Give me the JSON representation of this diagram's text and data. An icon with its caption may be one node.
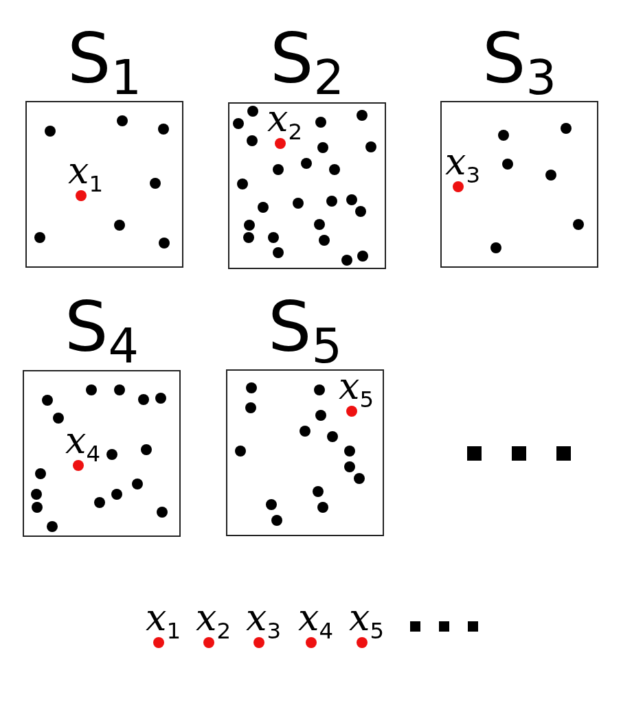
{
  "diagram": {
    "nodes": [
      {
        "text": [
          "S$_{1}$",
          "*x*$_{1}$"
        ]
      },
      {
        "text": [
          "S$_{2}$",
          "*x*$_{2}$"
        ]
      },
      {
        "text": [
          "S$_{3}$",
          "*x*$_{3}$"
        ]
      },
      {
        "text": [
          "S$_{4}$",
          "*x*$_{4}$"
        ]
      },
      {
        "text": [
          "S$_{5}$",
          "*x*$_{5}$"
        ]
      }
    ],
    "labels": [
      "*x*$_{1}$",
      "*x*$_{2}$",
      "*x*$_{3}$",
      "*x*$_{4}$",
      "*x*$_{5}$"
    ]
  }
}
